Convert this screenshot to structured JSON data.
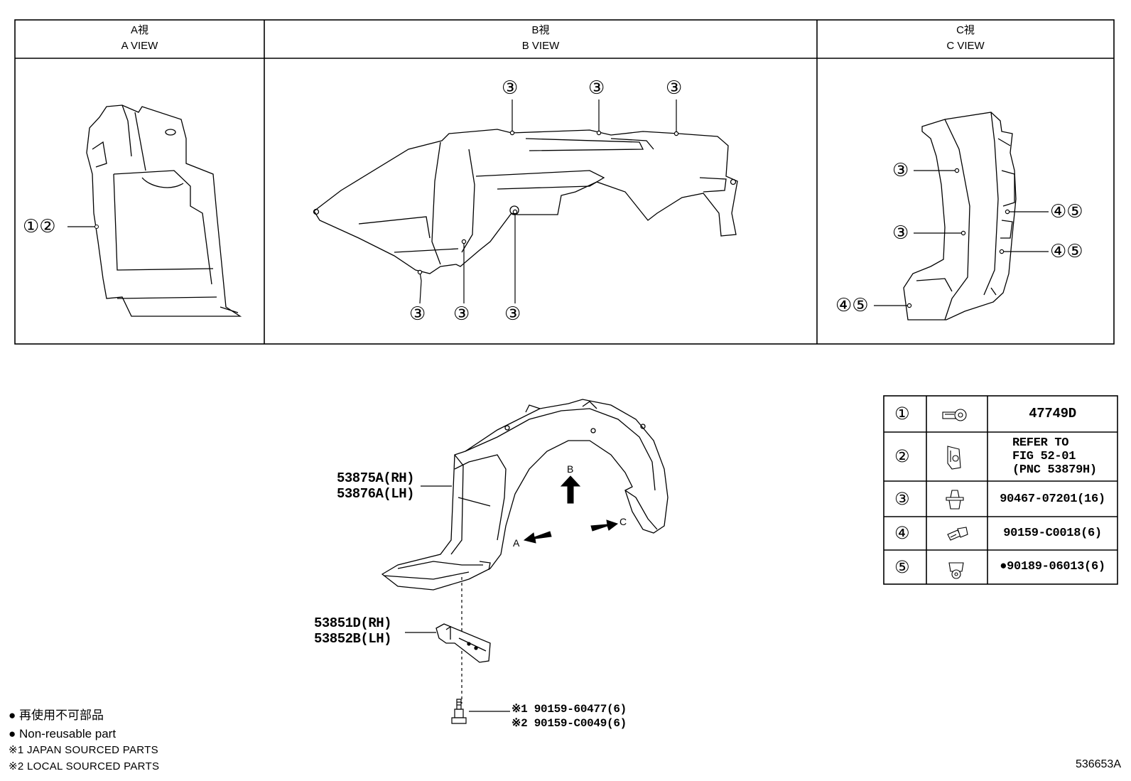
{
  "views": [
    {
      "title_jp": "A視",
      "title_en": "A VIEW"
    },
    {
      "title_jp": "B視",
      "title_en": "B VIEW"
    },
    {
      "title_jp": "C視",
      "title_en": "C VIEW"
    }
  ],
  "callouts": {
    "a_view": [
      "①②"
    ],
    "b_view": [
      "③",
      "③",
      "③",
      "③",
      "③",
      "③"
    ],
    "c_view": [
      "③",
      "③",
      "④⑤",
      "④⑤",
      "④⑤"
    ]
  },
  "main_parts": {
    "fender_liner": [
      "53875A(RH)",
      "53876A(LH)"
    ],
    "bracket": [
      "53851D(RH)",
      "53852B(LH)"
    ],
    "bolt": [
      "※1 90159-60477(6)",
      "※2 90159-C0049(6)"
    ],
    "arrows": [
      "B",
      "A",
      "C"
    ]
  },
  "parts_table": [
    {
      "ref": "①",
      "icon": "push-clip-icon",
      "part": [
        "47749D"
      ]
    },
    {
      "ref": "②",
      "icon": "retainer-nut-icon",
      "part": [
        "REFER TO",
        "FIG 52-01",
        "(PNC 53879H)"
      ]
    },
    {
      "ref": "③",
      "icon": "grommet-clip-icon",
      "part": [
        "90467-07201(16)"
      ]
    },
    {
      "ref": "④",
      "icon": "screw-icon",
      "part": [
        "90159-C0018(6)"
      ]
    },
    {
      "ref": "⑤",
      "icon": "nut-icon",
      "part": [
        "●90189-06013(6)"
      ]
    }
  ],
  "legend": {
    "non_reusable_jp": "● 再使用不可部品",
    "non_reusable_en": "● Non-reusable part",
    "note1": "※1 JAPAN SOURCED PARTS",
    "note2": "※2 LOCAL SOURCED PARTS"
  },
  "figure_number": "536653A"
}
